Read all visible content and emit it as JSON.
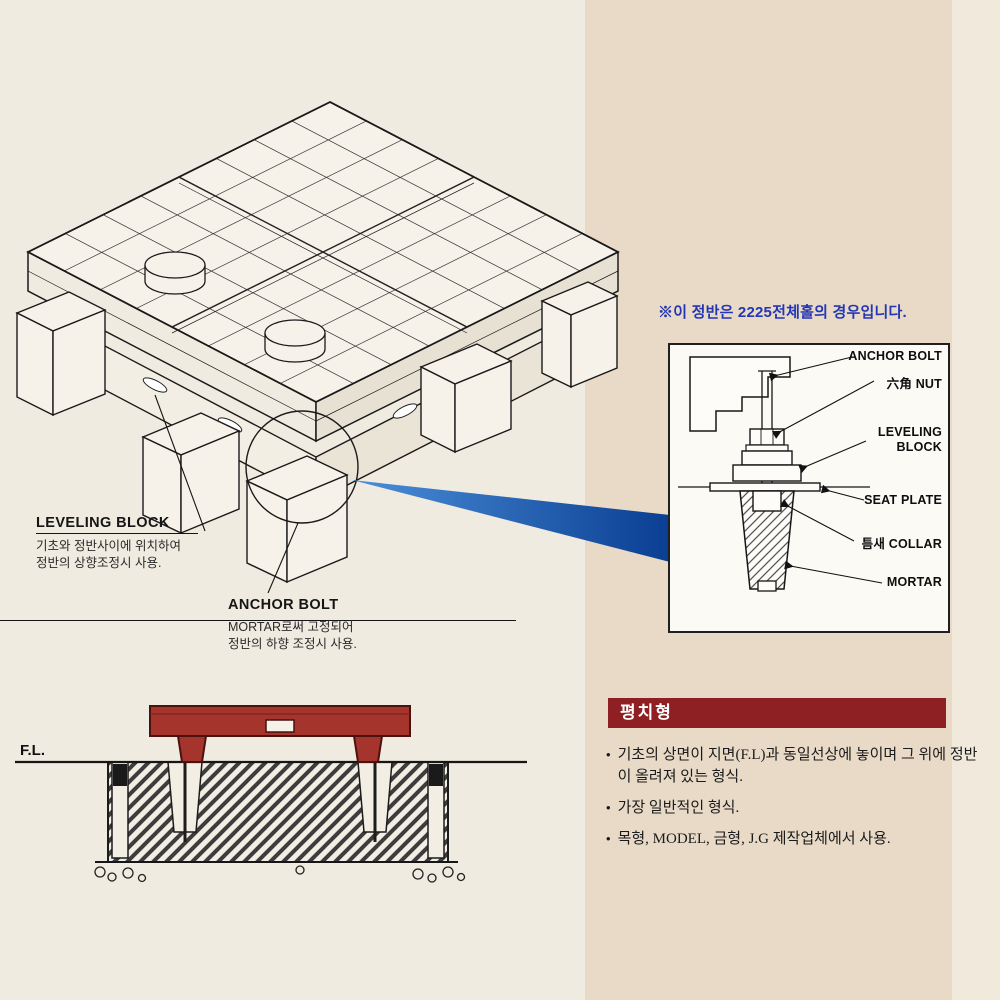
{
  "colors": {
    "page_bg": "#f0ebe0",
    "right_panel_bg": "#e8dac7",
    "note_blue": "#2336b4",
    "wedge_blue_light": "#4b8fd9",
    "wedge_blue_dark": "#0a3e92",
    "header_red": "#8e1f23",
    "plate_red": "#a5342c"
  },
  "note": {
    "text": "※이 정반은 2225전체홀의 경우입니다."
  },
  "iso_labels": {
    "leveling": {
      "title": "LEVELING BLOCK",
      "lines": [
        "기초와 정반사이에 위치하여",
        "정반의 상향조정시 사용."
      ]
    },
    "anchor": {
      "title": "ANCHOR BOLT",
      "lines": [
        "MORTAR로써 고정되어",
        "정반의 하향 조정시 사용."
      ]
    }
  },
  "detail_labels": {
    "anchor_bolt": "ANCHOR BOLT",
    "nut": "六角 NUT",
    "leveling_block": "LEVELING BLOCK",
    "seat_plate": "SEAT PLATE",
    "collar": "틈새 COLLAR",
    "mortar": "MORTAR"
  },
  "elevation": {
    "fl": "F.L."
  },
  "info_panel": {
    "header": "평치형",
    "bullets": [
      "기초의 상면이 지면(F.L)과 동일선상에 놓이며 그 위에 정반이 올려져 있는 형식.",
      "가장 일반적인 형식.",
      "목형, MODEL, 금형, J.G 제작업체에서 사용."
    ]
  }
}
